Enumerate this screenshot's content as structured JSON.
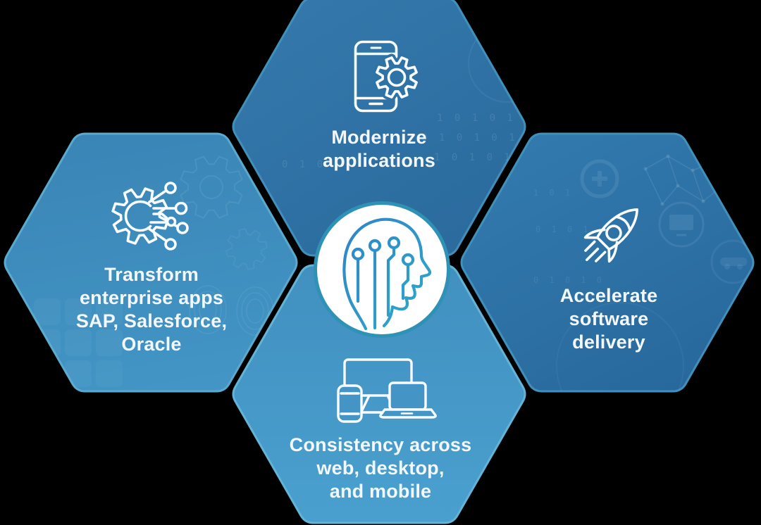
{
  "colors": {
    "background": "#000000",
    "text": "#f3f7fa",
    "icon_stroke": "#fafdff",
    "circle_fill": "#ffffff",
    "circle_ring": "#2e92b5",
    "head_gradient_start": "#2f86c8",
    "head_gradient_end": "#2fa6c9"
  },
  "center": {
    "icon": "ai-head-icon"
  },
  "hexagons": {
    "top": {
      "label": "Modernize\napplications",
      "icon": "phone-gear-icon",
      "fill_a": "#357aad",
      "fill_b": "#2b6b9e",
      "border": "#4190ba",
      "mask": "#2f72a6"
    },
    "left": {
      "label": "Transform\nenterprise apps\nSAP, Salesforce,\nOracle",
      "icon": "gear-circuit-icon",
      "fill_a": "#3a85b6",
      "fill_b": "#4295c5",
      "border": "#5aaacd",
      "mask": "#3e8dbe"
    },
    "right": {
      "label": "Accelerate\nsoftware delivery",
      "icon": "rocket-icon",
      "fill_a": "#327aae",
      "fill_b": "#28689c",
      "border": "#4190ba",
      "mask": "#2e73a8"
    },
    "bottom": {
      "label": "Consistency across\nweb, desktop,\nand mobile",
      "icon": "devices-icon",
      "fill_a": "#4190c0",
      "fill_b": "#49a0ce",
      "border": "#63b4d6",
      "mask": "#4495c5"
    }
  },
  "decor": {
    "b1": "1 0 1 0 1 0 1",
    "b2": "0 1 0 1 0 1 0 1",
    "b3": "1 0 1 0 1 0",
    "b4": "0 1 0 1",
    "b5": "1 0 1",
    "b6": "0 1 0 1 0"
  }
}
